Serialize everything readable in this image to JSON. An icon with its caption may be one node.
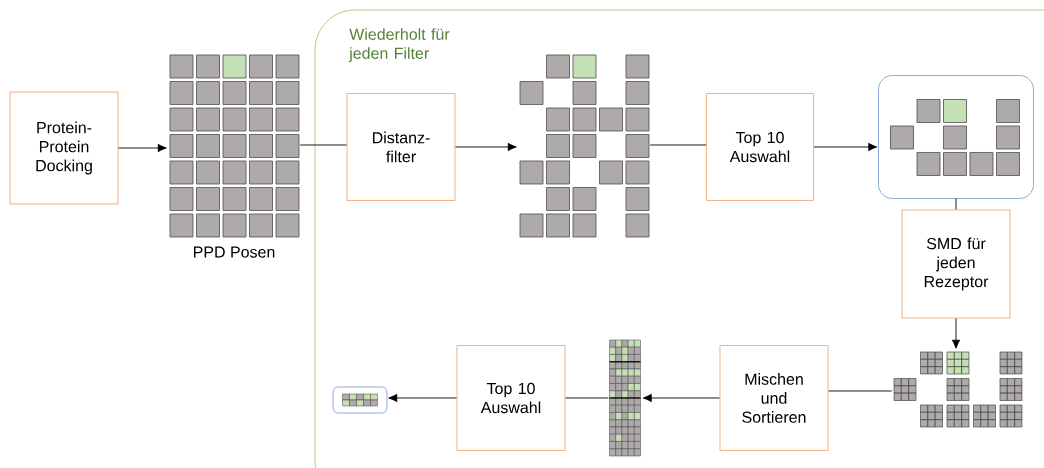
{
  "diagram": {
    "nodes": [
      {
        "text": [
          "Protein-Protein Docking"
        ]
      },
      {
        "text": [],
        "shape": "picture",
        "beside": [
          "PPD Posen"
        ]
      },
      {
        "text": [
          "Wiederholt für jeden Filter"
        ]
      },
      {
        "text": [
          "Distanz-filter"
        ],
        "in": 2
      },
      {
        "text": [],
        "shape": "picture",
        "in": 2
      },
      {
        "text": [
          "Top 10 Auswahl"
        ],
        "in": 2
      },
      {
        "text": [],
        "shape": "picture",
        "in": 2
      },
      {
        "text": [
          "SMD für jeden Rezeptor"
        ],
        "in": 2
      },
      {
        "text": [],
        "shape": "picture",
        "in": 2
      },
      {
        "text": [
          "Mischen und Sortieren"
        ],
        "in": 2
      },
      {
        "text": [],
        "shape": "picture",
        "in": 2
      },
      {
        "text": [
          "Top 10 Auswahl"
        ],
        "in": 2
      },
      {
        "text": [],
        "shape": "picture",
        "in": 2
      }
    ],
    "edges": [
      {
        "from": 0,
        "to": 1,
        "arrow": "to"
      },
      {
        "from": 1,
        "to": 3,
        "arrow": "none"
      },
      {
        "from": 3,
        "to": 4,
        "arrow": "to"
      },
      {
        "from": 4,
        "to": 5,
        "arrow": "none"
      },
      {
        "from": 5,
        "to": 6,
        "arrow": "to"
      },
      {
        "from": 6,
        "to": 7,
        "arrow": "none"
      },
      {
        "from": 7,
        "to": 8,
        "arrow": "to"
      },
      {
        "from": 8,
        "to": 9,
        "arrow": "none"
      },
      {
        "from": 9,
        "to": 10,
        "arrow": "to"
      },
      {
        "from": 10,
        "to": 11,
        "arrow": "none"
      },
      {
        "from": 11,
        "to": 12,
        "arrow": "to"
      }
    ]
  }
}
